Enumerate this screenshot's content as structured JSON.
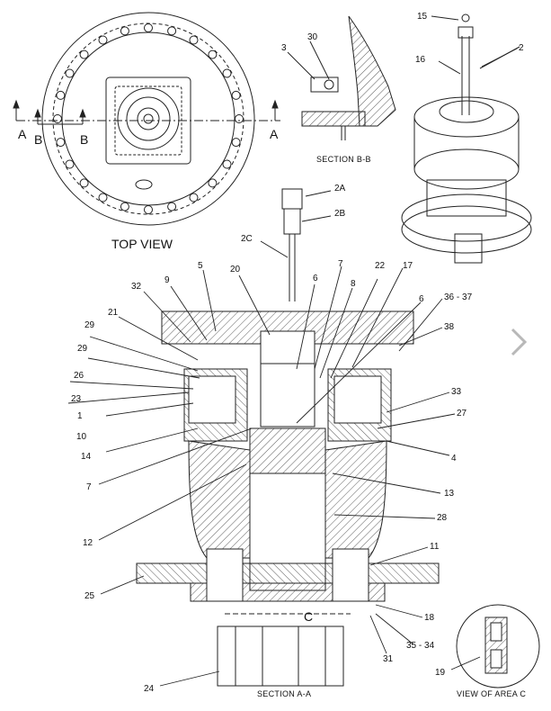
{
  "captions": {
    "top_view": "TOP VIEW",
    "section_bb": "SECTION  B-B",
    "section_aa": "SECTION  A-A",
    "view_area_c": "VIEW OF AREA  C"
  },
  "section_markers": {
    "a_left": "A",
    "a_right": "A",
    "b_left": "B",
    "b_right": "B",
    "area_c": "C"
  },
  "callouts": {
    "c1": "1",
    "c2": "2",
    "c2a": "2A",
    "c2b": "2B",
    "c2c": "2C",
    "c3": "3",
    "c4": "4",
    "c5": "5",
    "c6a": "6",
    "c6b": "6",
    "c7a": "7",
    "c7b": "7",
    "c8": "8",
    "c9": "9",
    "c10": "10",
    "c11": "11",
    "c12": "12",
    "c13": "13",
    "c14": "14",
    "c15": "15",
    "c16": "16",
    "c17": "17",
    "c18": "18",
    "c19": "19",
    "c20": "20",
    "c21": "21",
    "c22": "22",
    "c23": "23",
    "c24": "24",
    "c25": "25",
    "c26": "26",
    "c27": "27",
    "c28": "28",
    "c29a": "29",
    "c29b": "29",
    "c30": "30",
    "c31": "31",
    "c32": "32",
    "c33": "33",
    "c3534": "35 - 34",
    "c3637": "36 - 37",
    "c38": "38"
  },
  "navigation": {
    "next_icon": "chevron-right-icon"
  }
}
